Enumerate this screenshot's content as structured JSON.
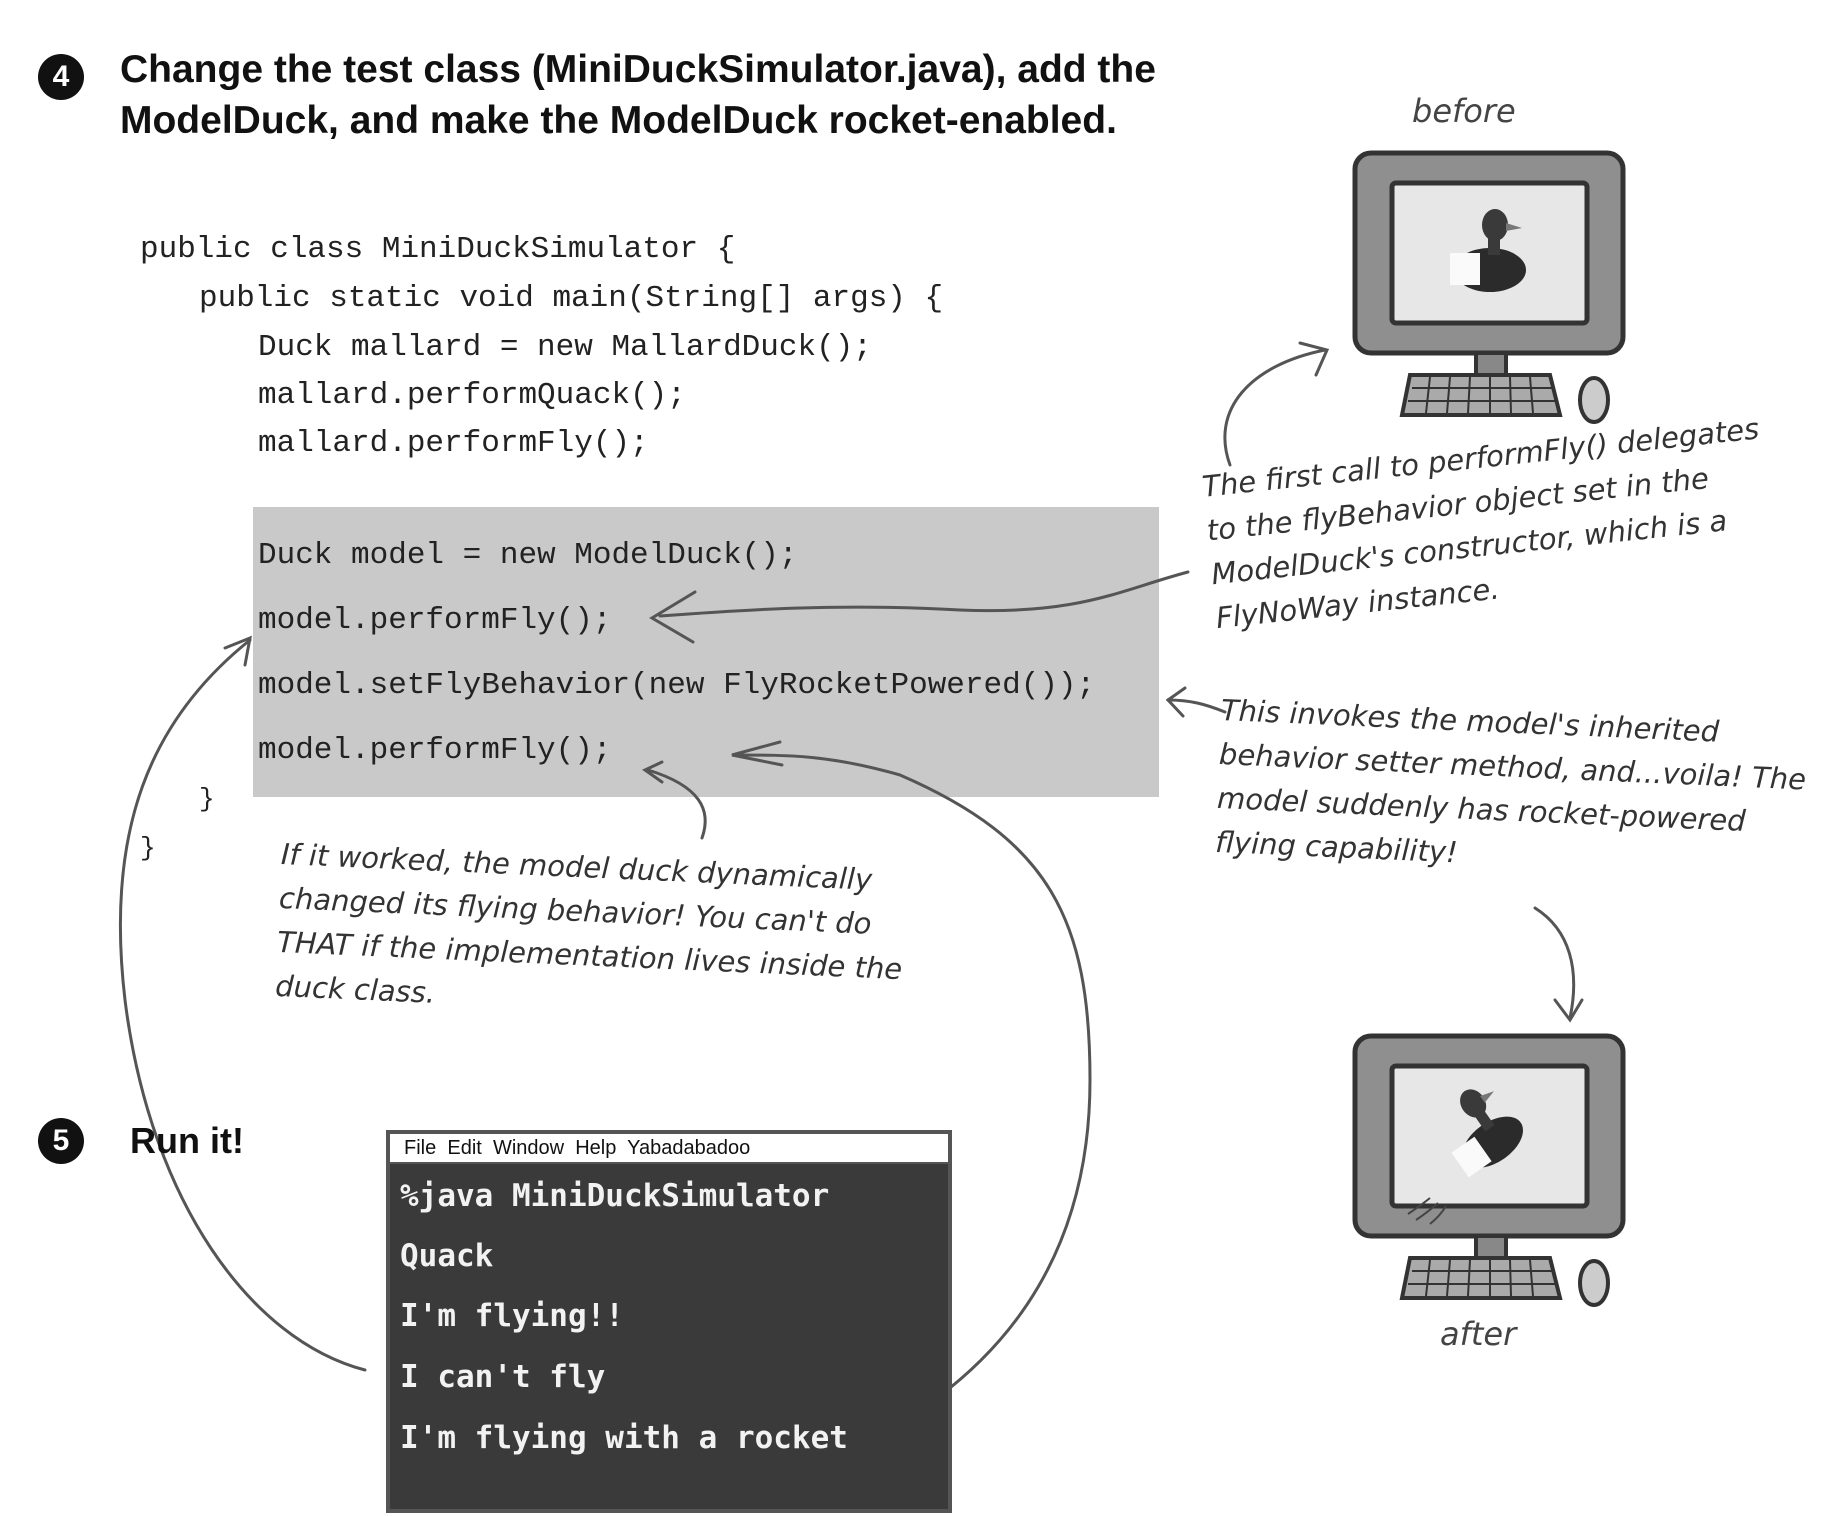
{
  "step4": {
    "number": "4",
    "heading_line1": "Change the test class (MiniDuckSimulator.java), add the",
    "heading_line2": "ModelDuck, and make the ModelDuck rocket-enabled."
  },
  "code": {
    "lines": [
      "public class MiniDuckSimulator {",
      "public static void main(String[] args) {",
      "Duck mallard = new MallardDuck();",
      "mallard.performQuack();",
      "mallard.performFly();",
      "Duck model = new ModelDuck();",
      "model.performFly();",
      "model.setFlyBehavior(new FlyRocketPowered());",
      "model.performFly();",
      "}",
      "}"
    ]
  },
  "annotations": {
    "first_call": [
      "The first call to performFly() delegates",
      "to the flyBehavior object set in the",
      "ModelDuck's constructor, which is a",
      "FlyNoWay instance."
    ],
    "setter": [
      "This invokes the model's inherited",
      "behavior setter method, and...voila! The",
      "model suddenly has rocket-powered",
      "flying capability!"
    ],
    "dynamic": [
      "If it worked, the model duck dynamically",
      "changed its flying behavior! You can't do",
      "THAT if the implementation lives inside the",
      "duck class."
    ],
    "before_label": "before",
    "after_label": "after"
  },
  "step5": {
    "number": "5",
    "heading": "Run it!"
  },
  "terminal": {
    "menu": [
      "File",
      "Edit",
      "Window",
      "Help",
      "Yabadabadoo"
    ],
    "lines": [
      "%java MiniDuckSimulator",
      "Quack",
      "I'm flying!!",
      "I can't fly",
      "I'm flying with a rocket"
    ]
  },
  "colors": {
    "highlight": "#c9c9c9",
    "terminal_bg": "#3a3a3a",
    "text": "#111111"
  }
}
